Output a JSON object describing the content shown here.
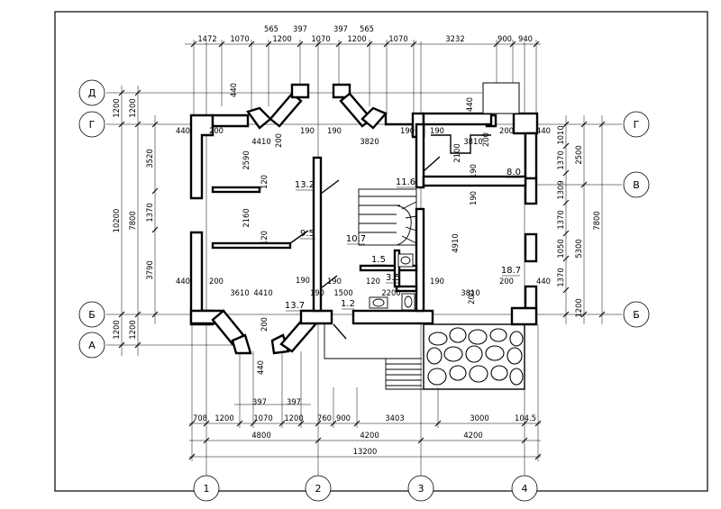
{
  "axes_letter": [
    {
      "id": "D",
      "label": "Д"
    },
    {
      "id": "G",
      "label": "Г"
    },
    {
      "id": "V",
      "label": "В"
    },
    {
      "id": "B",
      "label": "Б"
    },
    {
      "id": "A",
      "label": "А"
    }
  ],
  "axes_number": [
    {
      "id": "1",
      "label": "1"
    },
    {
      "id": "2",
      "label": "2"
    },
    {
      "id": "3",
      "label": "3"
    },
    {
      "id": "4",
      "label": "4"
    }
  ],
  "top_dims": [
    "1472",
    "1070",
    "565",
    "1200",
    "397",
    "1070",
    "397",
    "1200",
    "565",
    "1070",
    "3232",
    "900",
    "940"
  ],
  "bottom_dims_row1": [
    "397",
    "397"
  ],
  "bottom_dims_row2": [
    "708",
    "1200",
    "1070",
    "1200",
    "760",
    "900",
    "3403",
    "3000",
    "104.5"
  ],
  "bottom_dims_row3": [
    "4800",
    "4200",
    "4200"
  ],
  "bottom_dims_total": "13200",
  "left_dims_outer": [
    "1200",
    "10200",
    "1200"
  ],
  "left_dims_mid": [
    "1200",
    "7800",
    "1200"
  ],
  "left_dims_inner": [
    "3520",
    "1370",
    "3790"
  ],
  "right_dims_inner": [
    "1010",
    "1370",
    "1309",
    "1370",
    "1050",
    "1370"
  ],
  "right_dims_mid": [
    "2500",
    "5300"
  ],
  "right_dims_outer": [
    "7800",
    "1200"
  ],
  "interior_dims": [
    "440",
    "200",
    "4410",
    "200",
    "190",
    "190",
    "3820",
    "190",
    "190",
    "3810",
    "200",
    "200",
    "440",
    "2590",
    "120",
    "2160",
    "120",
    "190",
    "120",
    "2200",
    "190",
    "3810",
    "200",
    "440",
    "440",
    "200",
    "3610",
    "4410",
    "190",
    "1500",
    "190",
    "4910",
    "190",
    "2100",
    "190",
    "440",
    "440",
    "440",
    "200",
    "200"
  ],
  "room_areas": [
    "13.2",
    "9.5",
    "11.6",
    "10.7",
    "1.5",
    "3.5",
    "13.7",
    "1.2",
    "8.0",
    "18.7"
  ]
}
